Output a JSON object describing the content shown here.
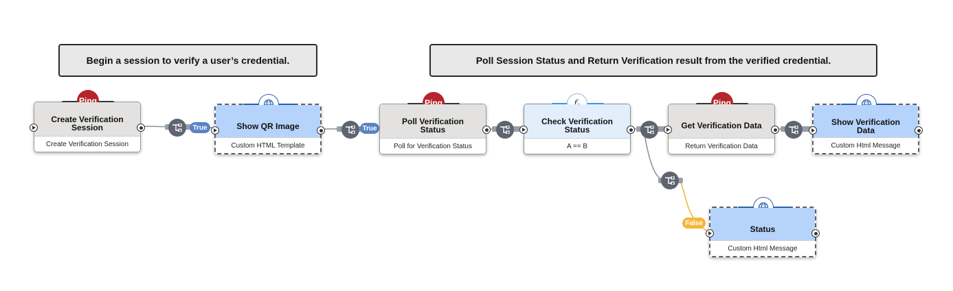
{
  "annotations": [
    {
      "text": "Begin a session to verify a user’s credential."
    },
    {
      "text": "Poll Session Status and Return Verification result from the verified credential."
    }
  ],
  "nodes": {
    "create_session": {
      "title": "Create Verification Session",
      "subtitle": "Create Verification Session",
      "badge": "Ping",
      "icon": "ping-logo-icon"
    },
    "show_qr": {
      "title": "Show QR Image",
      "subtitle": "Custom HTML Template",
      "icon": "globe-icon"
    },
    "poll_status": {
      "title": "Poll Verification Status",
      "subtitle": "Poll for Verification Status",
      "badge": "Ping",
      "icon": "ping-logo-icon"
    },
    "check_status": {
      "title": "Check Verification Status",
      "subtitle": "A == B",
      "badge": "𝑓ₓ",
      "icon": "function-icon"
    },
    "get_data": {
      "title": "Get Verification Data",
      "subtitle": "Return Verification Data",
      "badge": "Ping",
      "icon": "ping-logo-icon"
    },
    "show_data": {
      "title": "Show Verification Data",
      "subtitle": "Custom Html Message",
      "icon": "globe-icon"
    },
    "status": {
      "title": "Status",
      "subtitle": "Custom Html Message",
      "icon": "globe-icon"
    }
  },
  "labels": {
    "true_1": "True",
    "true_2": "True",
    "false_1": "False"
  },
  "colors": {
    "ping_red": "#b5252c",
    "html_node_blue": "#b6d4fb",
    "function_node_blue": "#e2eefc",
    "true_pill": "#5a83c4",
    "false_pill": "#f4b73a",
    "connector_gray": "#5e6470"
  }
}
